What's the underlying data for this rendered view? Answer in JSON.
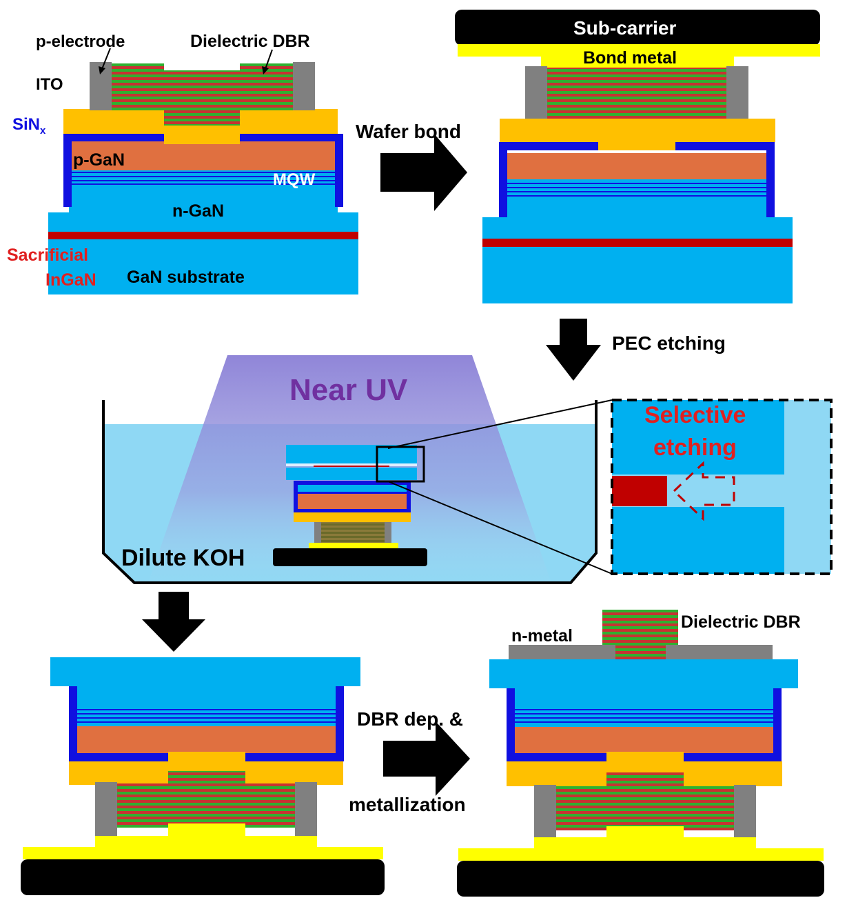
{
  "panels": {
    "initial": {
      "p_electrode": "p-electrode",
      "dielectric_dbr": "Dielectric DBR",
      "ito": "ITO",
      "sinx_main": "SiN",
      "sinx_sub": "x",
      "p_gan": "p-GaN",
      "mqw": "MQW",
      "n_gan": "n-GaN",
      "sacrificial_1": "Sacrificial",
      "sacrificial_2": "InGaN",
      "gan_substrate": "GaN substrate"
    },
    "bonded": {
      "sub_carrier": "Sub-carrier",
      "bond_metal": "Bond metal"
    },
    "etching": {
      "near_uv": "Near UV",
      "dilute_koh": "Dilute KOH",
      "selective_1": "Selective",
      "selective_2": "etching"
    },
    "final": {
      "n_metal": "n-metal",
      "dielectric_dbr": "Dielectric DBR"
    }
  },
  "steps": {
    "wafer_bond": "Wafer bond",
    "pec_etching": "PEC etching",
    "dbr_dep": "DBR dep. &",
    "metallization": "metallization"
  },
  "colors": {
    "gan": "#00b0f0",
    "p_gan": "#e07040",
    "sinx": "#1010e0",
    "bond_metal": "#ffff00",
    "ito": "#808080",
    "contact": "#ffc000",
    "sacrificial": "#c00000",
    "dbr_red": "#c83232",
    "dbr_green": "#30b030",
    "carrier": "#000000",
    "near_uv_text": "#7030a0",
    "sinx_label": "#1010e0",
    "sacrificial_label": "#e02020"
  }
}
